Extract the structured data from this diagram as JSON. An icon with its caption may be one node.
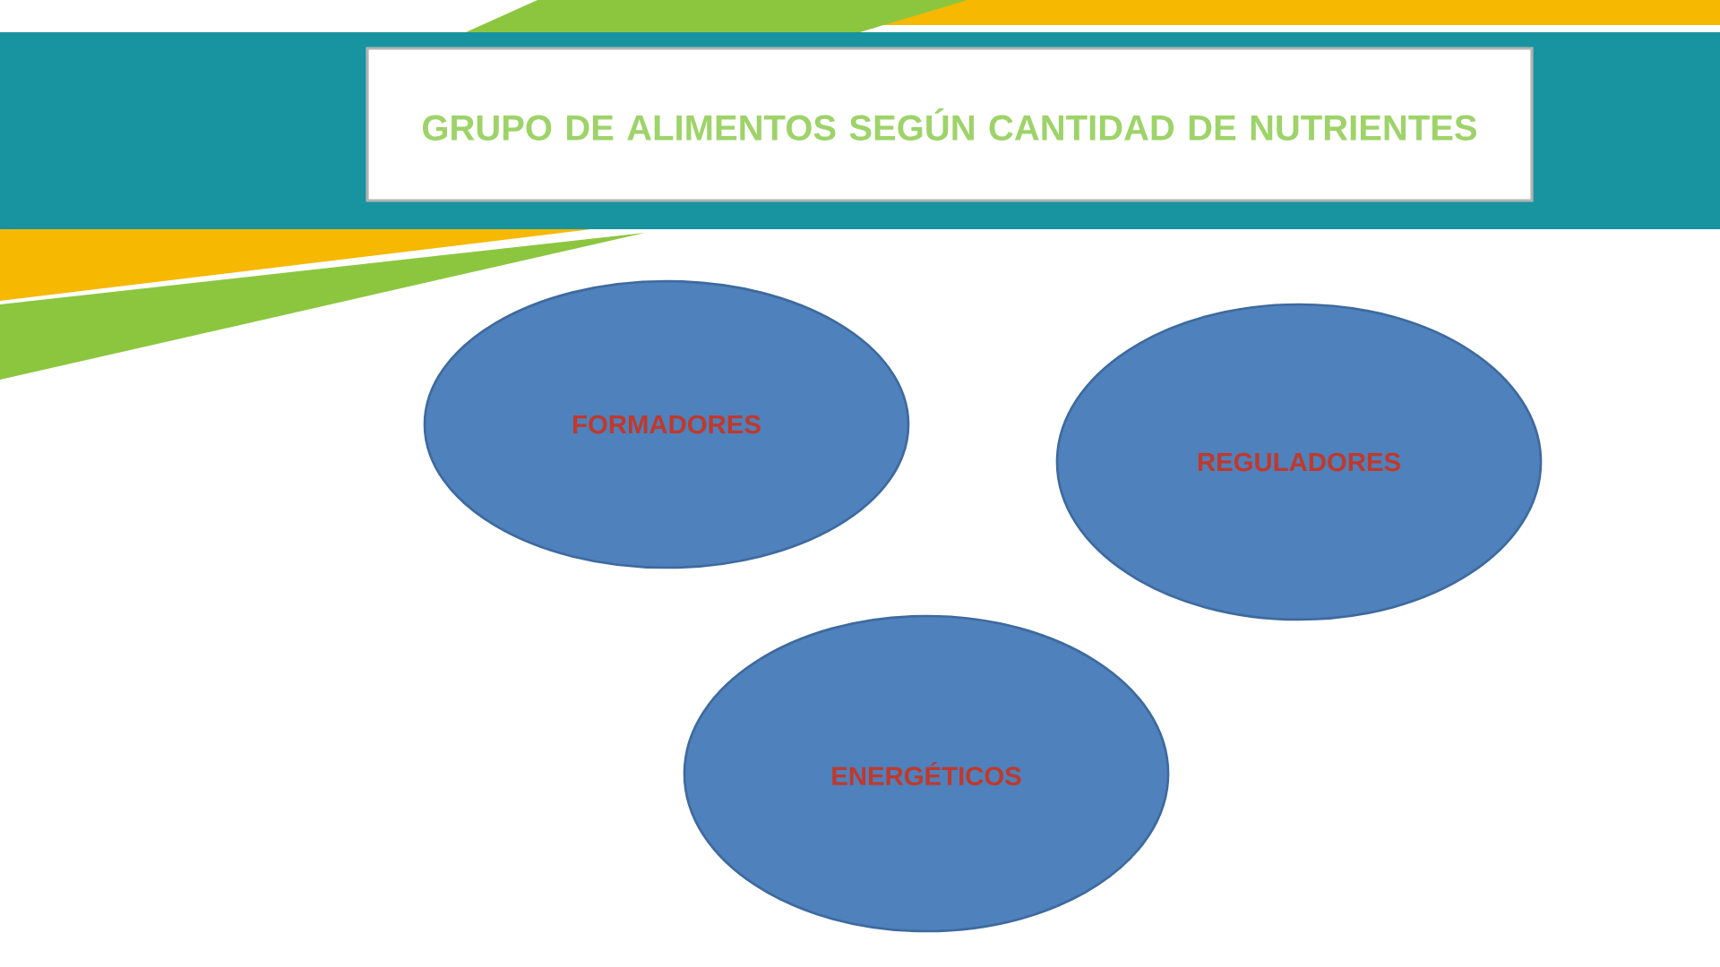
{
  "diagram": {
    "title": "GRUPO DE ALIMENTOS SEGÚN CANTIDAD DE NUTRIENTES",
    "nodes": [
      {
        "text": [
          "FORMADORES"
        ]
      },
      {
        "text": [
          "REGULADORES"
        ]
      },
      {
        "text": [
          "ENERGÉTICOS"
        ]
      }
    ]
  }
}
